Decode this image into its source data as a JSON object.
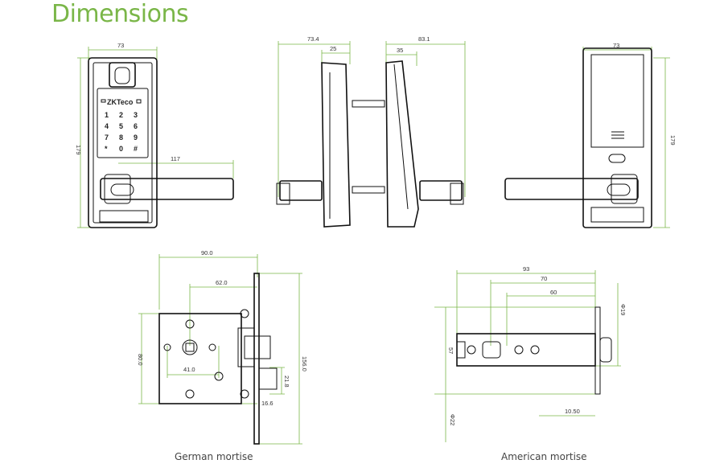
{
  "title": "Dimensions",
  "accent_color": "#7ab648",
  "front_view": {
    "width": "73",
    "height": "179",
    "handle_length": "117",
    "brand": "ZKTeco",
    "keypad": [
      "1",
      "2",
      "3",
      "4",
      "5",
      "6",
      "7",
      "8",
      "9",
      "*",
      "0",
      "#"
    ]
  },
  "side_views": {
    "left_depth": "73.4",
    "left_inner": "25",
    "right_depth": "83.1",
    "right_inner": "35"
  },
  "back_view": {
    "width": "73",
    "height": "179"
  },
  "german_mortise": {
    "caption": "German mortise",
    "d_90": "90.0",
    "d_62": "62.0",
    "d_41": "41.0",
    "d_80": "80.0",
    "d_156": "156.0",
    "d_21_8": "21.8",
    "d_16_6": "16.6"
  },
  "american_mortise": {
    "caption": "American mortise",
    "d_93": "93",
    "d_70": "70",
    "d_60": "60",
    "d_57": "57",
    "d_phi19": "Φ19",
    "d_phi22": "Φ22",
    "d_10_50": "10.50"
  }
}
